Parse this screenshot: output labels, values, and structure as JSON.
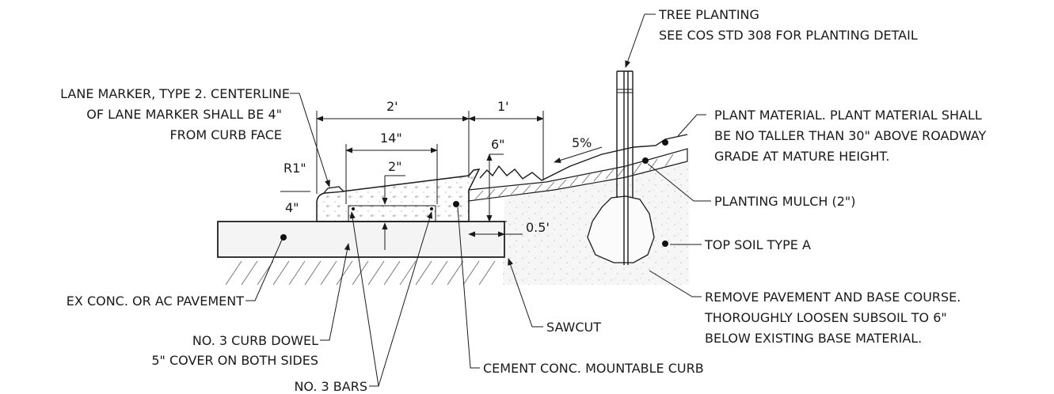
{
  "labels": {
    "tree_planting_1": "TREE PLANTING",
    "tree_planting_2": "SEE COS STD 308 FOR PLANTING DETAIL",
    "lane_marker_1": "LANE MARKER, TYPE 2. CENTERLINE",
    "lane_marker_2": "OF LANE MARKER SHALL BE 4\"",
    "lane_marker_3": "FROM CURB FACE",
    "plant_material_1": "PLANT MATERIAL. PLANT MATERIAL SHALL",
    "plant_material_2": "BE NO TALLER THAN 30\" ABOVE ROADWAY",
    "plant_material_3": "GRADE AT MATURE HEIGHT.",
    "planting_mulch": "PLANTING MULCH (2\")",
    "top_soil": "TOP SOIL TYPE A",
    "ex_pavement": "EX CONC. OR AC  PAVEMENT",
    "curb_dowel_1": "NO. 3 CURB DOWEL",
    "curb_dowel_2": "5\" COVER ON BOTH SIDES",
    "sawcut": "SAWCUT",
    "remove_pavement_1": "REMOVE PAVEMENT AND BASE COURSE.",
    "remove_pavement_2": "THOROUGHLY LOOSEN SUBSOIL TO 6\"",
    "remove_pavement_3": "BELOW EXISTING BASE MATERIAL.",
    "bars": "NO. 3 BARS",
    "mountable_curb": "CEMENT CONC. MOUNTABLE CURB"
  },
  "dimensions": {
    "d_2ft": "2'",
    "d_1ft": "1'",
    "d_14in": "14\"",
    "d_6in": "6\"",
    "d_2in": "2\"",
    "d_slope": "5%",
    "d_radius": "R1\"",
    "d_4in": "4\"",
    "d_half_ft": "0.5'"
  }
}
